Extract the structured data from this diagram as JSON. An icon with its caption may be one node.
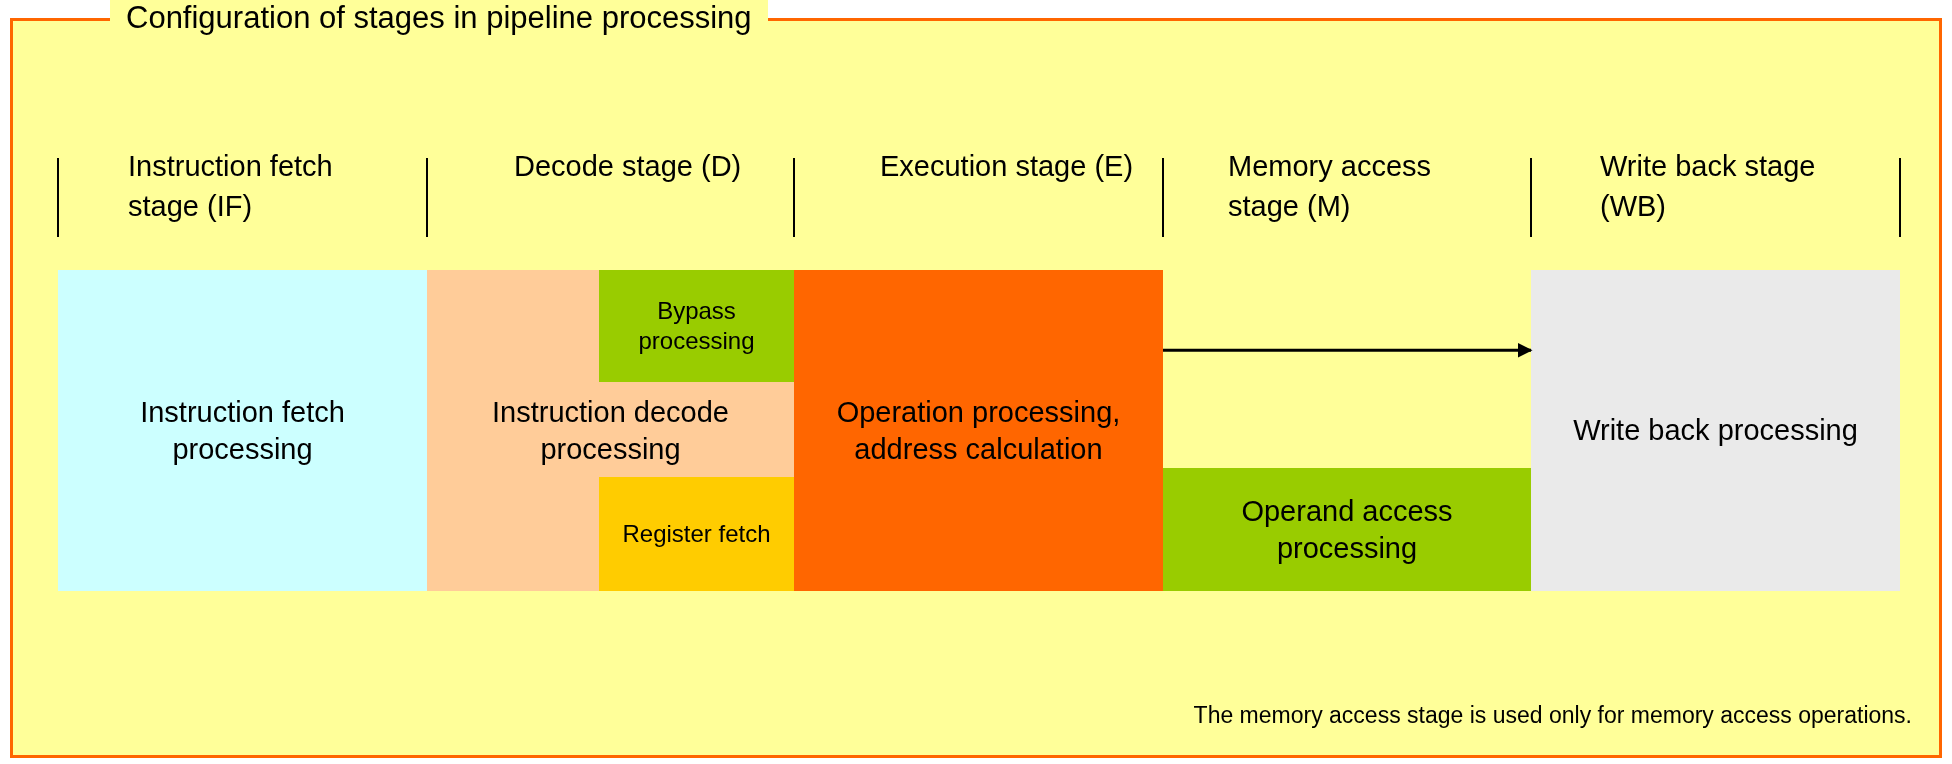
{
  "diagram": {
    "title": "Configuration of stages in pipeline processing",
    "nodes": [
      {
        "text": [
          "Instruction fetch processing"
        ]
      },
      {
        "text": [
          "Instruction decode processing"
        ]
      },
      {
        "text": [
          "Bypass processing"
        ],
        "in": 1
      },
      {
        "text": [
          "Register fetch"
        ],
        "in": 1
      },
      {
        "text": [
          "Operation processing, address calculation"
        ]
      },
      {
        "text": [
          "Operand access processing"
        ]
      },
      {
        "text": [
          "Write back processing"
        ]
      }
    ],
    "edges": [
      {
        "from": 4,
        "to": 6,
        "arrow": "to"
      }
    ],
    "labels": [
      "Instruction fetch stage (IF)",
      "Decode stage (D)",
      "Execution stage (E)",
      "Memory access stage (M)",
      "Write back stage (WB)",
      "The memory access stage is used only for memory access operations."
    ]
  }
}
